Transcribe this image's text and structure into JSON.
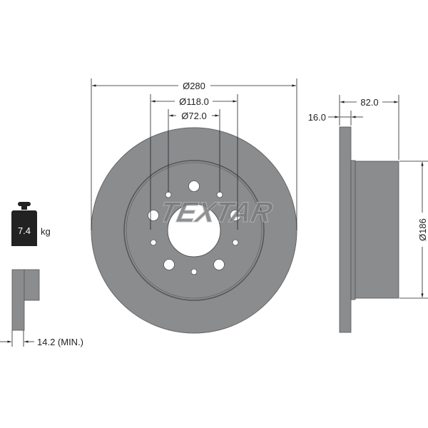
{
  "dimensions": {
    "outer_diameter": "Ø280",
    "bolt_circle": "Ø118.0",
    "center_bore": "Ø72.0",
    "disc_thickness": "16.0",
    "overall_height": "82.0",
    "hat_diameter": "Ø186",
    "min_thickness": "14.2 (MIN.)"
  },
  "weight": {
    "value": "7.4",
    "unit": "kg"
  },
  "brand": {
    "logo_text": "TEXTAR"
  },
  "colors": {
    "disc": "#8a8c8e",
    "outline": "#555555",
    "weight_icon": "#222222"
  }
}
